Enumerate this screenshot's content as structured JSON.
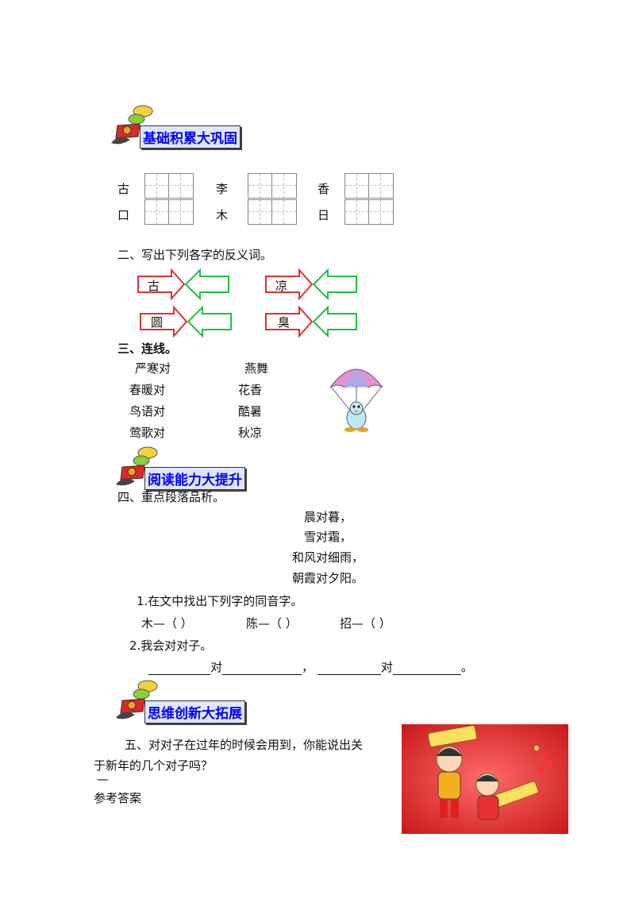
{
  "sections": {
    "basic": {
      "title": "基础积累大巩固"
    },
    "reading": {
      "title": "阅读能力大提升"
    },
    "thinking": {
      "title": "思维创新大拓展"
    }
  },
  "part1": {
    "chars": [
      "古",
      "李",
      "香",
      "口",
      "木",
      "日"
    ]
  },
  "part2": {
    "heading": "二、写出下列各字的反义词。",
    "words": [
      "古",
      "凉",
      "圆",
      "臭"
    ]
  },
  "part3": {
    "heading": "三、连线。",
    "left": [
      "严寒对",
      "春暖对",
      "鸟语对",
      "莺歌对"
    ],
    "right": [
      "燕舞",
      "花香",
      "酷暑",
      "秋凉"
    ]
  },
  "part4": {
    "heading": "四、重点段落品析。",
    "poem": [
      "晨对暮，",
      "雪对霜，",
      "和风对细雨，",
      "朝霞对夕阳。"
    ],
    "q1": "1.在文中找出下列字的同音字。",
    "q1_items": [
      "木—（      ）",
      "陈—（      ）",
      "招—（      ）"
    ],
    "q2": "2.我会对对子。",
    "q2_dui": "对",
    "q2_comma": "，",
    "q2_period": "。"
  },
  "part5": {
    "question_line1": "五、对对子在过年的时候会用到，你能说出关",
    "question_line2": "于新年的几个对子吗？",
    "dash": "—",
    "answer_label": "参考答案"
  },
  "colors": {
    "title_blue": "#0000ff",
    "arrow_red": "#e03030",
    "arrow_green": "#20c040"
  }
}
